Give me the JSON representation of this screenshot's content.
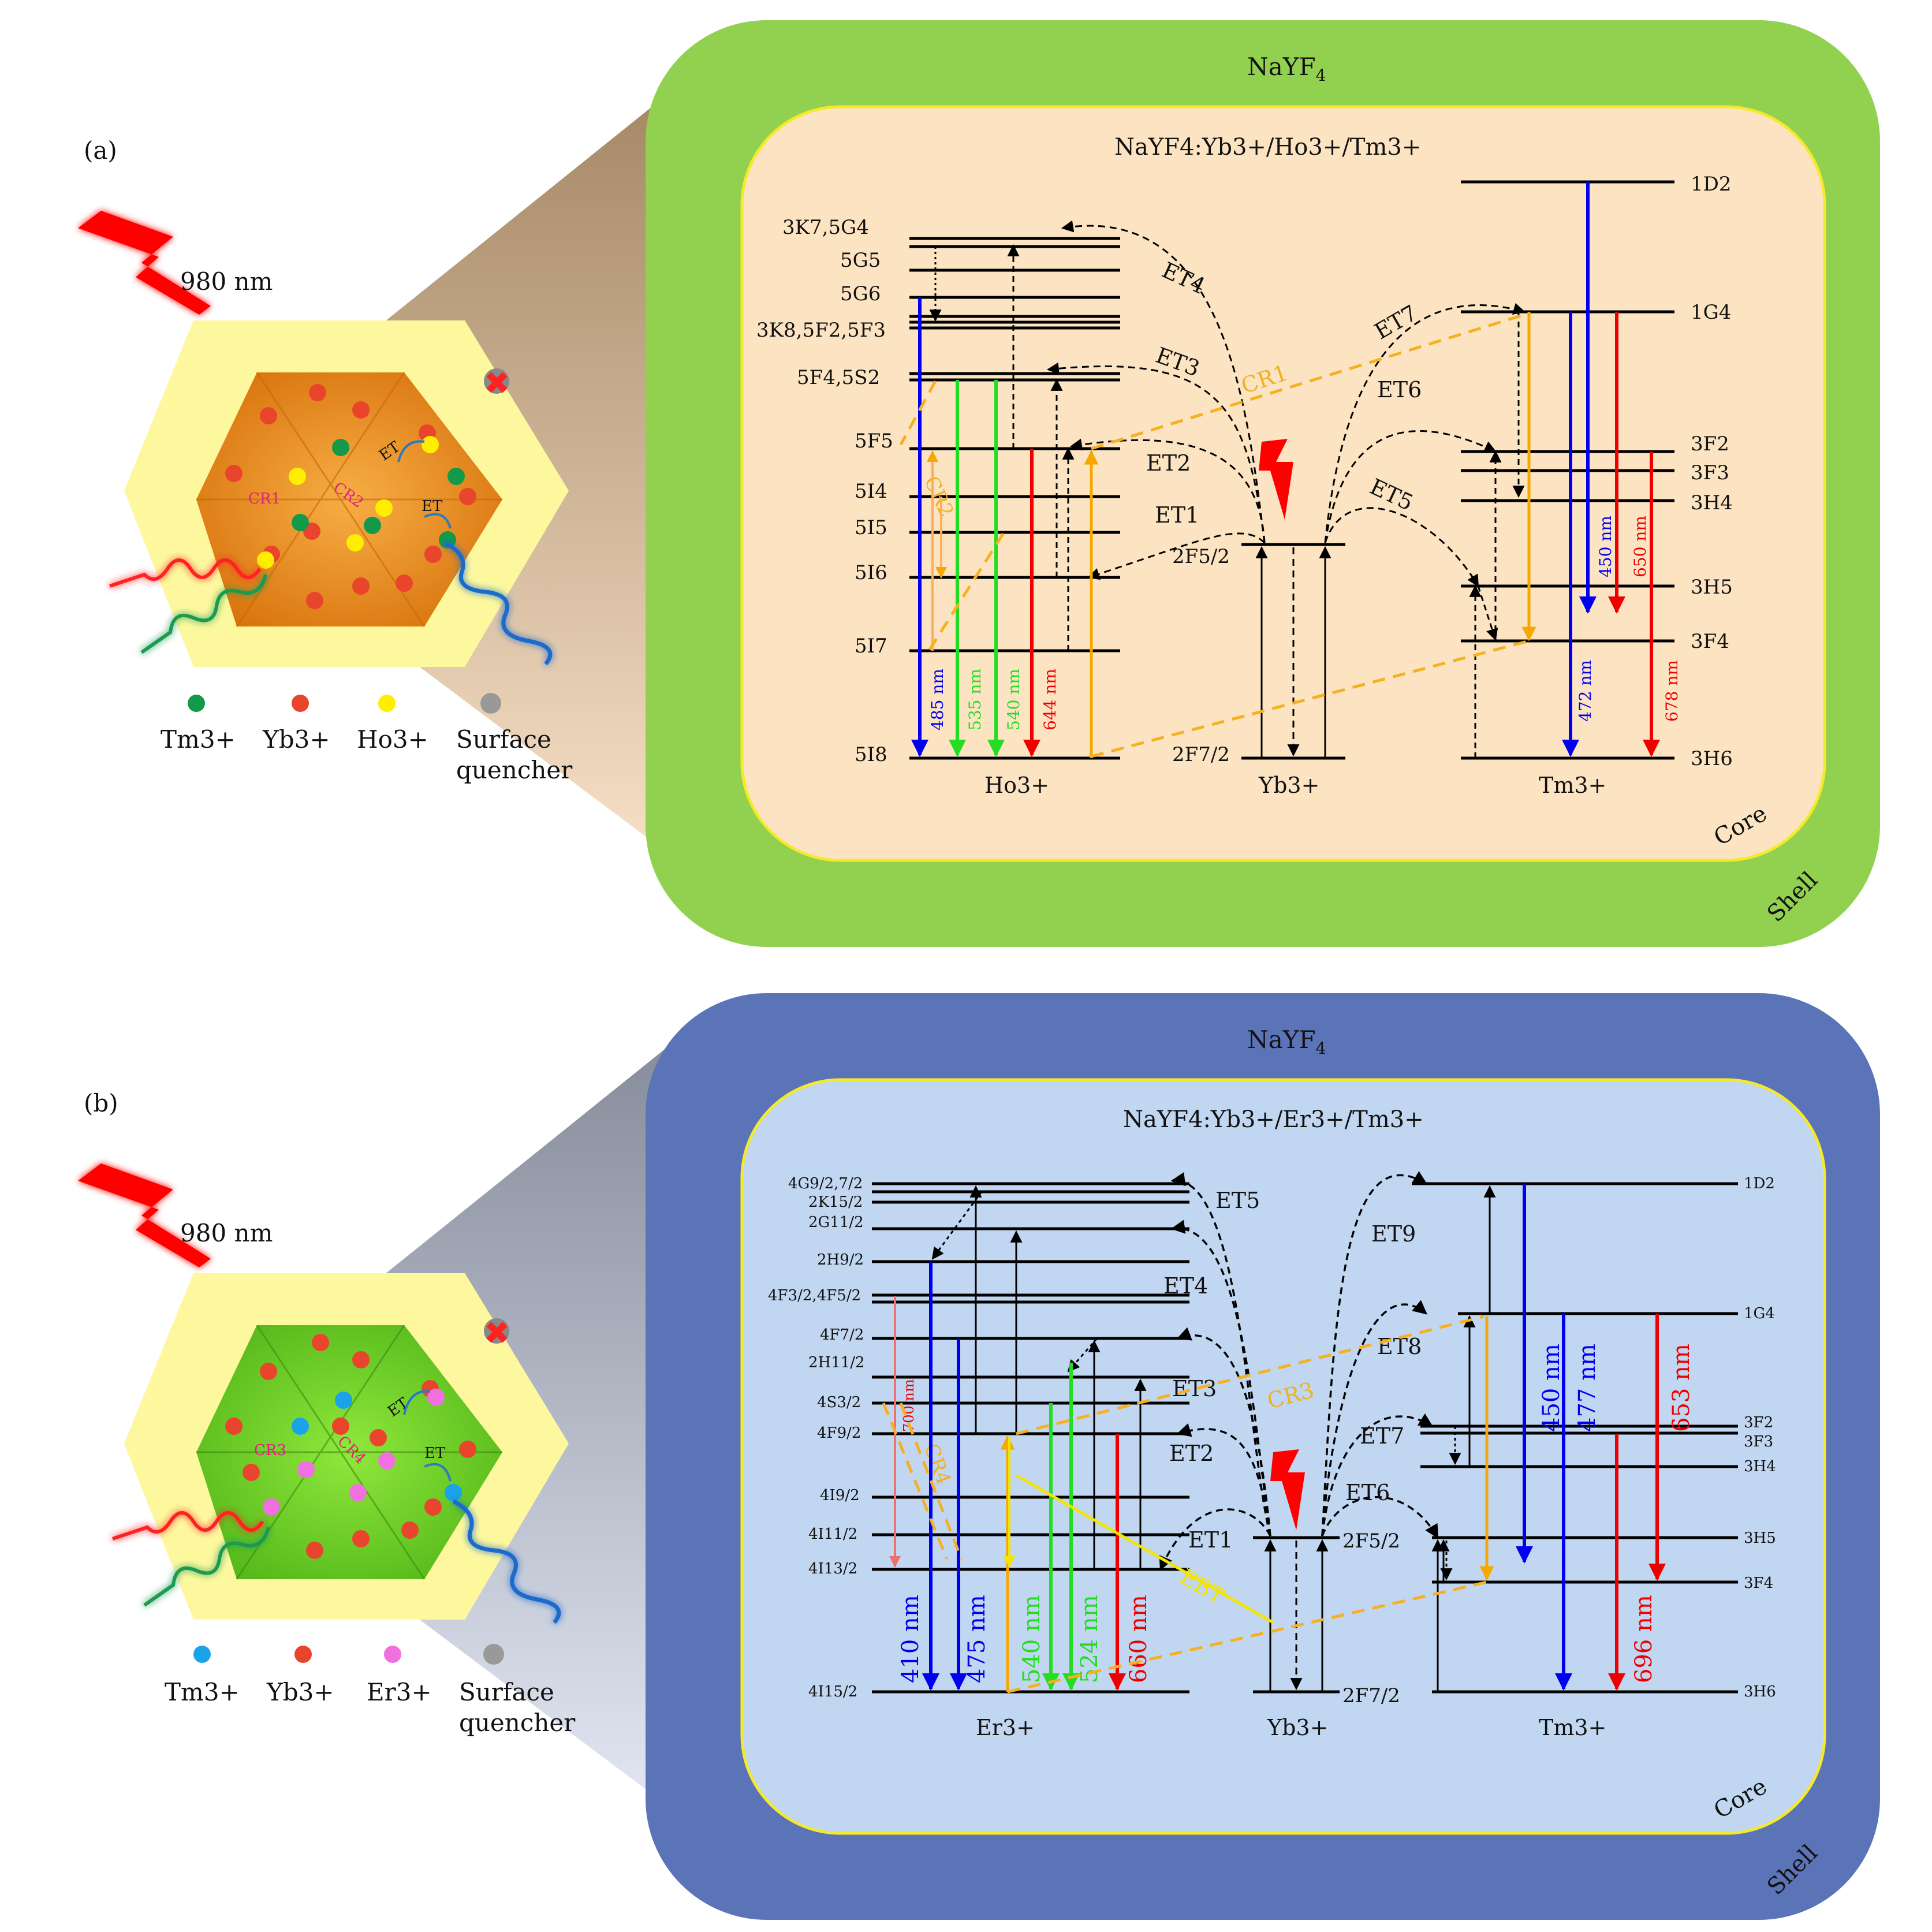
{
  "panel_a": {
    "label": "(a)",
    "excitation": "980 nm",
    "shell_material": "NaYF",
    "shell_material_sub": "4",
    "core_formula": "NaYF4:Yb3+/Ho3+/Tm3+",
    "core_word": "Core",
    "shell_word": "Shell",
    "legend": [
      "Tm3+",
      "Yb3+",
      "Ho3+",
      "Surface",
      "quencher"
    ],
    "hex_labels": [
      "CR1",
      "CR2",
      "ET",
      "ET"
    ],
    "ho_levels": [
      "3K7,5G4",
      "5G5",
      "5G6",
      "3K8,5F2,5F3",
      "5F4,5S2",
      "5F5",
      "5I4",
      "5I5",
      "5I6",
      "5I7",
      "5I8"
    ],
    "yb_levels": [
      "2F5/2",
      "2F7/2"
    ],
    "tm_levels": [
      "1D2",
      "1G4",
      "3F2",
      "3F3",
      "3H4",
      "3H5",
      "3F4",
      "3H6"
    ],
    "ions": [
      "Ho3+",
      "Yb3+",
      "Tm3+"
    ],
    "transfers": [
      "ET1",
      "ET2",
      "ET3",
      "ET4",
      "ET5",
      "ET6",
      "ET7",
      "CR1",
      "CR2"
    ],
    "emissions": [
      "485 nm",
      "535 nm",
      "540 nm",
      "644 nm",
      "450 nm",
      "650 nm",
      "472 nm",
      "678 nm"
    ]
  },
  "panel_b": {
    "label": "(b)",
    "excitation": "980 nm",
    "shell_material": "NaYF",
    "shell_material_sub": "4",
    "core_formula": "NaYF4:Yb3+/Er3+/Tm3+",
    "core_word": "Core",
    "shell_word": "Shell",
    "legend": [
      "Tm3+",
      "Yb3+",
      "Er3+",
      "Surface",
      "quencher"
    ],
    "hex_labels": [
      "CR3",
      "CR4",
      "ET",
      "ET"
    ],
    "er_levels": [
      "4G9/2,7/2",
      "2K15/2",
      "2G11/2",
      "2H9/2",
      "4F3/2,4F5/2",
      "4F7/2",
      "2H11/2",
      "4S3/2",
      "4F9/2",
      "4I9/2",
      "4I11/2",
      "4I13/2",
      "4I15/2"
    ],
    "yb_levels": [
      "2F5/2",
      "2F7/2"
    ],
    "tm_levels": [
      "1D2",
      "1G4",
      "3F2",
      "3F3",
      "3H4",
      "3H5",
      "3F4",
      "3H6"
    ],
    "ions": [
      "Er3+",
      "Yb3+",
      "Tm3+"
    ],
    "transfers": [
      "ET1",
      "ET2",
      "ET3",
      "ET4",
      "ET5",
      "ET6",
      "ET7",
      "ET8",
      "ET9",
      "CR3",
      "CR4",
      "EBT"
    ],
    "emissions": [
      "700 nm",
      "410 nm",
      "475 nm",
      "540 nm",
      "524 nm",
      "660 nm",
      "450 nm",
      "477 nm",
      "653 nm",
      "696 nm"
    ]
  },
  "colors": {
    "shell_a": "#92d050",
    "core_a": "#fce4c2",
    "shell_b": "#5b74b8",
    "core_b": "#c1d6f1",
    "hex_outer": "#fdf89e",
    "orange_core": "#f29b2b",
    "green_core": "#7ddb30",
    "blue": "#0000ee",
    "green": "#22dd22",
    "red": "#ee0000",
    "orange": "#f6a800"
  }
}
